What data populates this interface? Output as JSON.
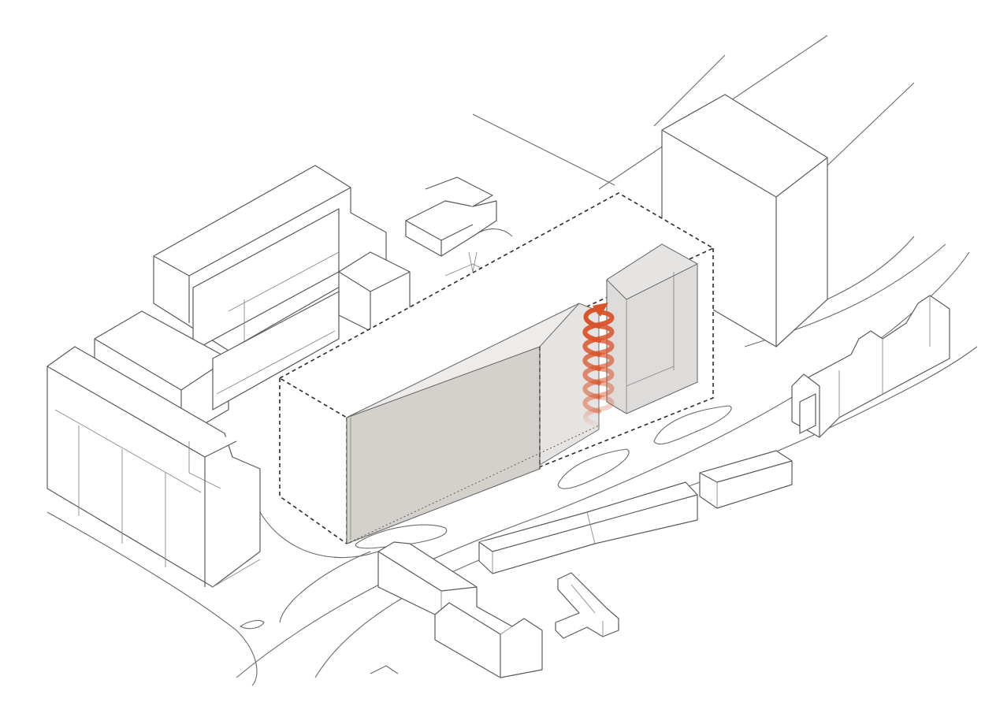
{
  "diagram": {
    "style": "isometric massing axonometric",
    "colors": {
      "background": "#ffffff",
      "line": "#5a5a5a",
      "envelope_dash": "#2b2b2b",
      "volume_fill": "#d4d0cc",
      "spiral_accent": "#d9532b"
    },
    "elements": [
      "envelope-dashed-volume",
      "main-facade-volume",
      "tower-volume",
      "spiral-arrow-icon",
      "context-buildings",
      "roads"
    ]
  }
}
